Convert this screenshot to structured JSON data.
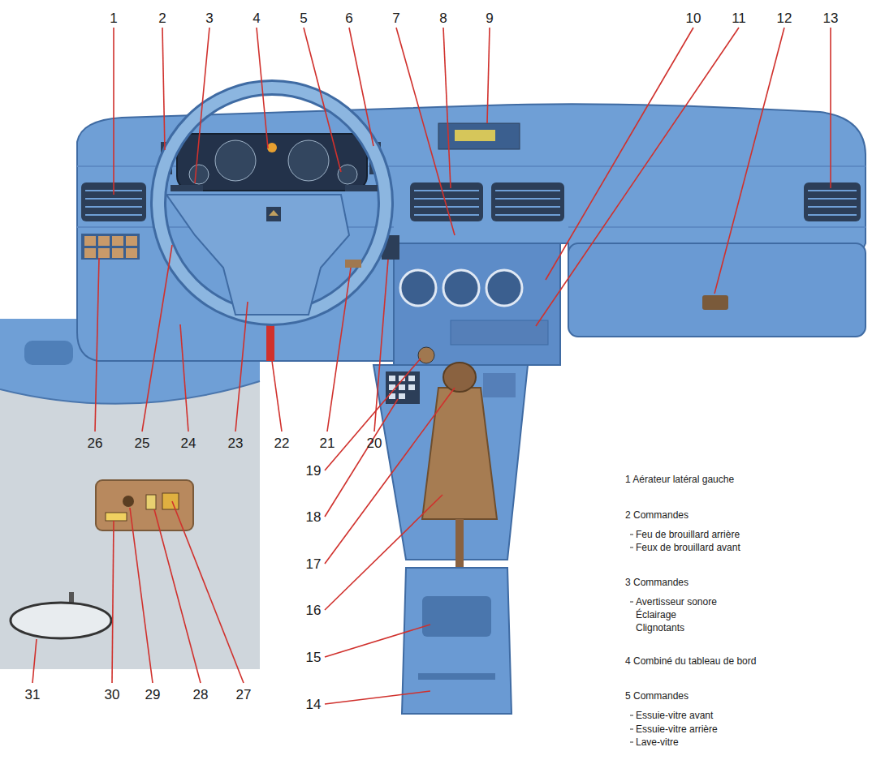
{
  "diagram": {
    "labels": [
      "1",
      "2",
      "3",
      "4",
      "5",
      "6",
      "7",
      "8",
      "9",
      "10",
      "11",
      "12",
      "13",
      "26",
      "25",
      "24",
      "23",
      "22",
      "21",
      "20",
      "19",
      "18",
      "17",
      "16",
      "15",
      "14",
      "31",
      "30",
      "29",
      "28",
      "27",
      "1 Aérateur latéral gauche",
      "2 Commandes",
      "Feu de brouillard arrière",
      "Feux de brouillard avant",
      "3 Commandes",
      "Avertisseur sonore",
      "Éclairage",
      "Clignotants",
      "4 Combiné du tableau de bord",
      "5 Commandes",
      "Essuie-vitre avant",
      "Essuie-vitre arrière",
      "Lave-vitre"
    ]
  }
}
